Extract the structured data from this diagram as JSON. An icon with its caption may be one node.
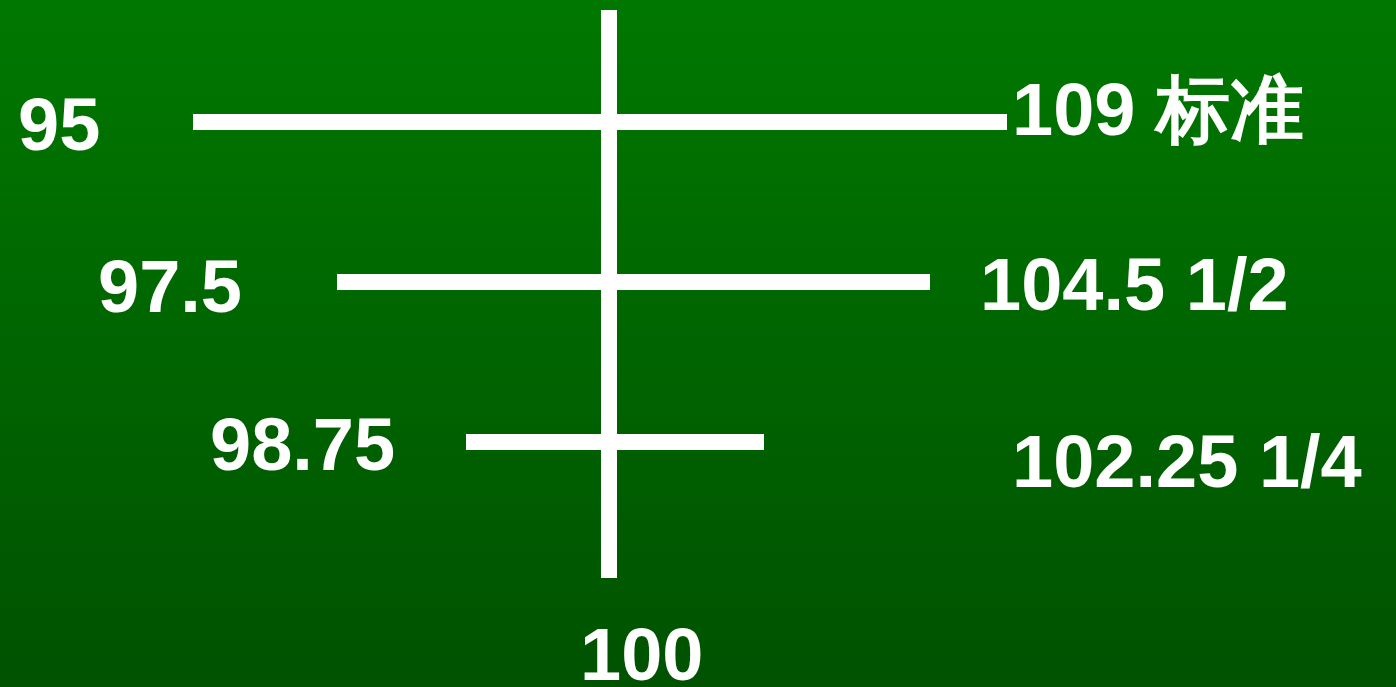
{
  "diagram": {
    "labels": [
      "95",
      "109 标准",
      "97.5",
      "104.5 1/2",
      "98.75",
      "102.25 1/4",
      "100"
    ]
  }
}
